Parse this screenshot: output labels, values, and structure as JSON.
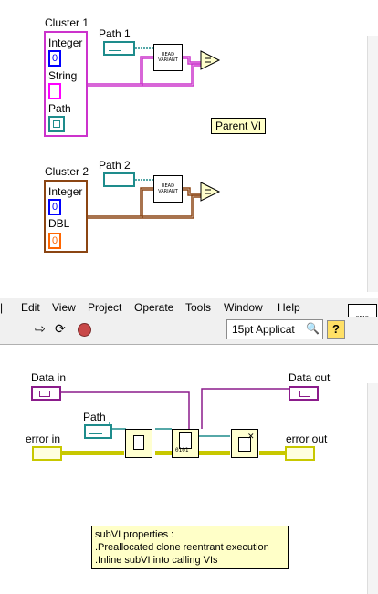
{
  "parent": {
    "cluster1": {
      "title": "Cluster 1",
      "integer_label": "Integer",
      "integer_value": "0",
      "string_label": "String",
      "path_label": "Path"
    },
    "cluster2": {
      "title": "Cluster 2",
      "integer_label": "Integer",
      "integer_value": "0",
      "dbl_label": "DBL",
      "dbl_value": "0"
    },
    "path1_label": "Path 1",
    "path2_label": "Path 2",
    "read_variant_label": "READ VARIANT",
    "parent_vi_label": "Parent VI"
  },
  "menu": {
    "items": [
      "Edit",
      "View",
      "Project",
      "Operate",
      "Tools",
      "Window",
      "Help"
    ]
  },
  "toolbar": {
    "font": "15pt Applicat",
    "vi_icon": "READ VARIANT"
  },
  "subvi": {
    "data_in": "Data in",
    "data_out": "Data out",
    "path": "Path",
    "error_in": "error in",
    "error_out": "error out",
    "props": [
      "subVI properties :",
      ".Preallocated clone reentrant execution",
      ".Inline subVI into calling VIs"
    ]
  },
  "colors": {
    "variant": "#8b1c8b",
    "string": "#ff00ff",
    "path": "#1e8c8c",
    "integer": "#0000ff",
    "dbl": "#ff6600",
    "cluster_pink": "#cc33cc",
    "cluster_brown": "#8b4513",
    "error": "#c8c800"
  },
  "icons": [
    "compare-equal-icon",
    "run-arrow-icon",
    "run-continuous-icon",
    "abort-icon",
    "search-icon",
    "help-icon"
  ]
}
